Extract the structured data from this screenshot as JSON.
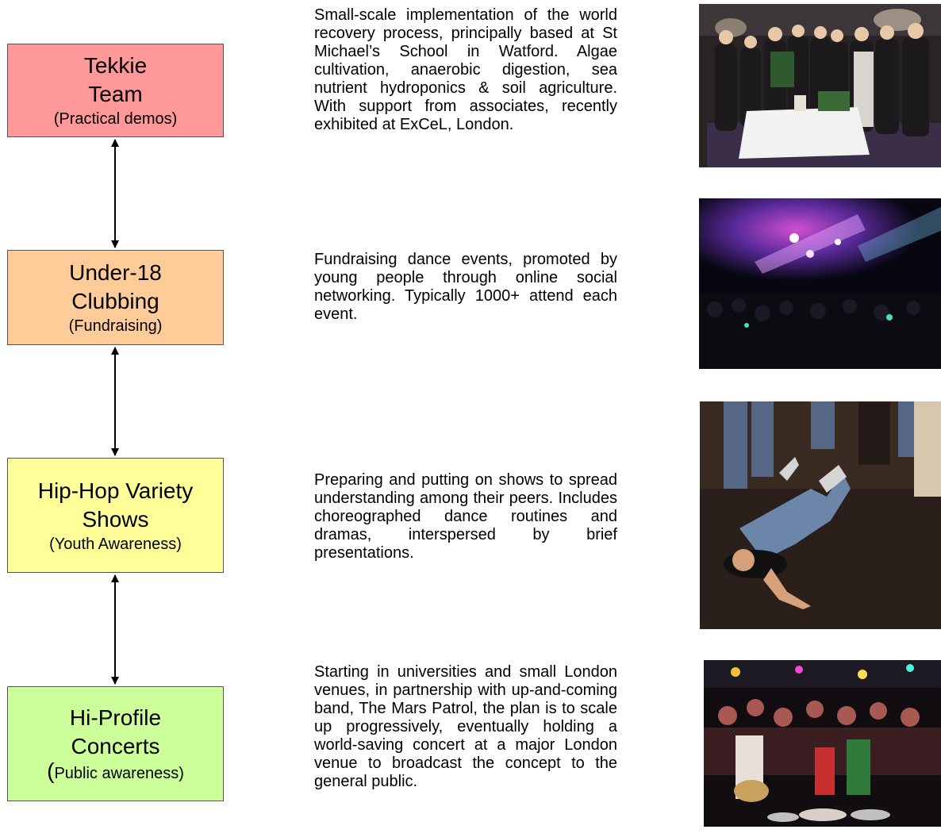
{
  "boxes": [
    {
      "line1": "Tekkie",
      "line2": "Team",
      "sub": "(Practical demos)",
      "color": "#ff9999"
    },
    {
      "line1": "Under-18",
      "line2": "Clubbing",
      "sub": "(Fundraising)",
      "color": "#ffcc99"
    },
    {
      "line1": "Hip-Hop Variety",
      "line2": "Shows",
      "sub": "(Youth Awareness)",
      "color": "#ffff99"
    },
    {
      "line1": "Hi-Profile",
      "line2": "Concerts",
      "sub_open": "(",
      "sub": "Public awareness)",
      "color": "#ccff99"
    }
  ],
  "descriptions": [
    "Small-scale implementation of the world recovery process, principally based at St Michael’s School in Watford. Algae cultivation, anaerobic digestion, sea nutrient hydroponics & soil agriculture. With support from associates, recently exhibited at ExCeL, London.",
    "Fundraising dance events, promoted by young people through online social networking. Typically 1000+ attend each event.",
    "Preparing and putting on shows to spread understanding among their peers. Includes choreographed dance routines and dramas, interspersed by brief presentations.",
    "Starting in universities and small London venues, in partnership with up-and-coming band, The Mars Patrol, the plan is to scale up progressively, eventually holding a world-saving concert at a major London venue to broadcast the concept to the general public."
  ]
}
